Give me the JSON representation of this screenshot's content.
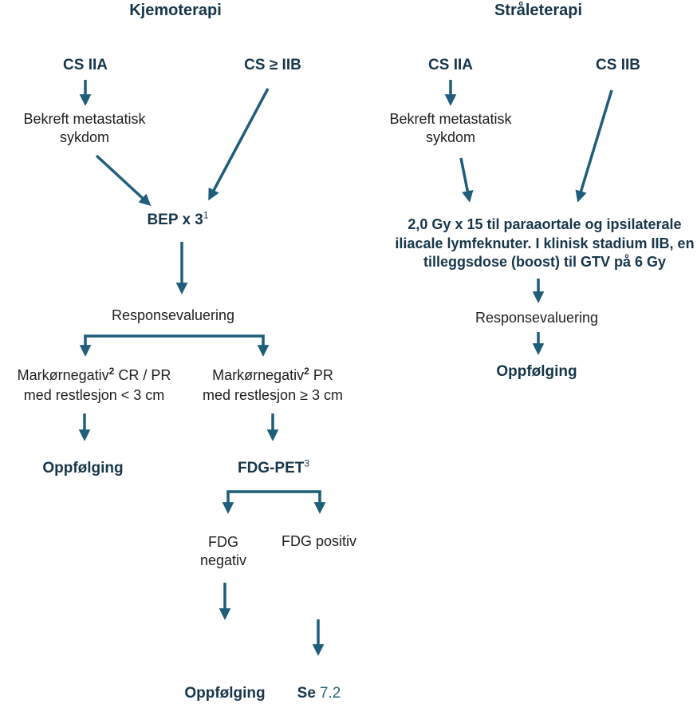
{
  "palette": {
    "heading_navy": "#16364a",
    "arrow_teal": "#1f5e7b",
    "body_text": "#1f1f1f",
    "link_teal": "#2c6579"
  },
  "chemo": {
    "title": "Kjemoterapi",
    "cs_iia": "CS IIA",
    "cs_gte_iib": "CS ≥ IIB",
    "confirm_lines": [
      "Bekreft metastatisk",
      "sykdom"
    ],
    "bep_label": "BEP x 3",
    "bep_sup": "1",
    "response_eval": "Responsevaluering",
    "marker_left_prefix": "Markørnegativ",
    "marker_left_sup": "2",
    "marker_left_suffix": " CR / PR",
    "marker_left_line2": "med restlesjon < 3 cm",
    "marker_right_prefix": "Markørnegativ",
    "marker_right_sup": "2",
    "marker_right_suffix": " PR",
    "marker_right_line2": "med restlesjon ≥ 3 cm",
    "followup_left": "Oppfølging",
    "fdg_pet_label": "FDG-PET",
    "fdg_pet_sup": "3",
    "fdg_negative_lines": [
      "FDG",
      "negativ"
    ],
    "fdg_positive": "FDG positiv",
    "followup_bottom": "Oppfølging",
    "see_label": "Se",
    "see_ref": "7.2"
  },
  "radio": {
    "title": "Stråleterapi",
    "cs_iia": "CS IIA",
    "cs_iib": "CS IIB",
    "confirm_lines": [
      "Bekreft metastatisk",
      "sykdom"
    ],
    "dose_lines": [
      "2,0 Gy x 15 til paraaortale og ipsilaterale",
      "iliacale lymfeknuter. I klinisk stadium IIB, en",
      "tilleggsdose (boost) til GTV på 6 Gy"
    ],
    "response_eval": "Responsevaluering",
    "followup": "Oppfølging"
  }
}
